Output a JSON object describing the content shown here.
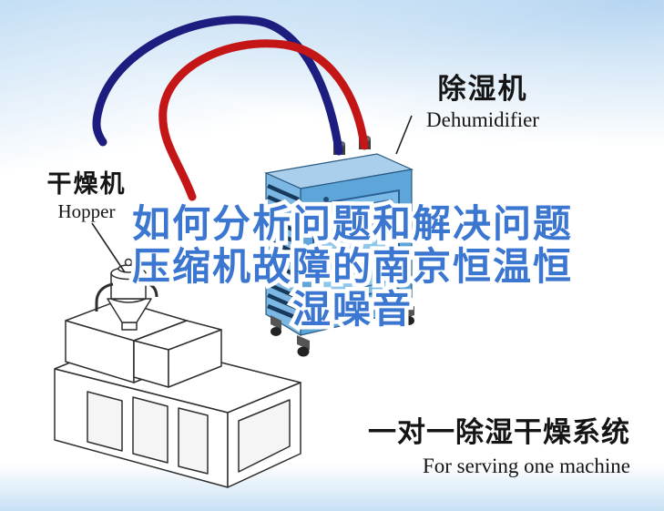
{
  "labels": {
    "dehumidifier_cn": "除湿机",
    "dehumidifier_en": "Dehumidifier",
    "hopper_cn": "干燥机",
    "hopper_en": "Hopper"
  },
  "overlay": {
    "line1": "如何分析问题和解决问题",
    "line2": "压缩机故障的南京恒温恒",
    "line3": "湿噪音",
    "text_color": "#3b76d1",
    "outline_color": "#ffffff"
  },
  "caption": {
    "title_cn": "一对一除湿干燥系统",
    "subtitle_en": "For serving one machine"
  },
  "colors": {
    "pipe_red": "#c41616",
    "pipe_navy": "#1d1d80",
    "dehumidifier_top": "#aacfec",
    "dehumidifier_front": "#5ea6da",
    "dehumidifier_louver_face": "#7db8e4",
    "louver_slat": "#173a5c",
    "background_tint": "#bcd9f1",
    "line_art_stroke": "#2e2e2e"
  }
}
